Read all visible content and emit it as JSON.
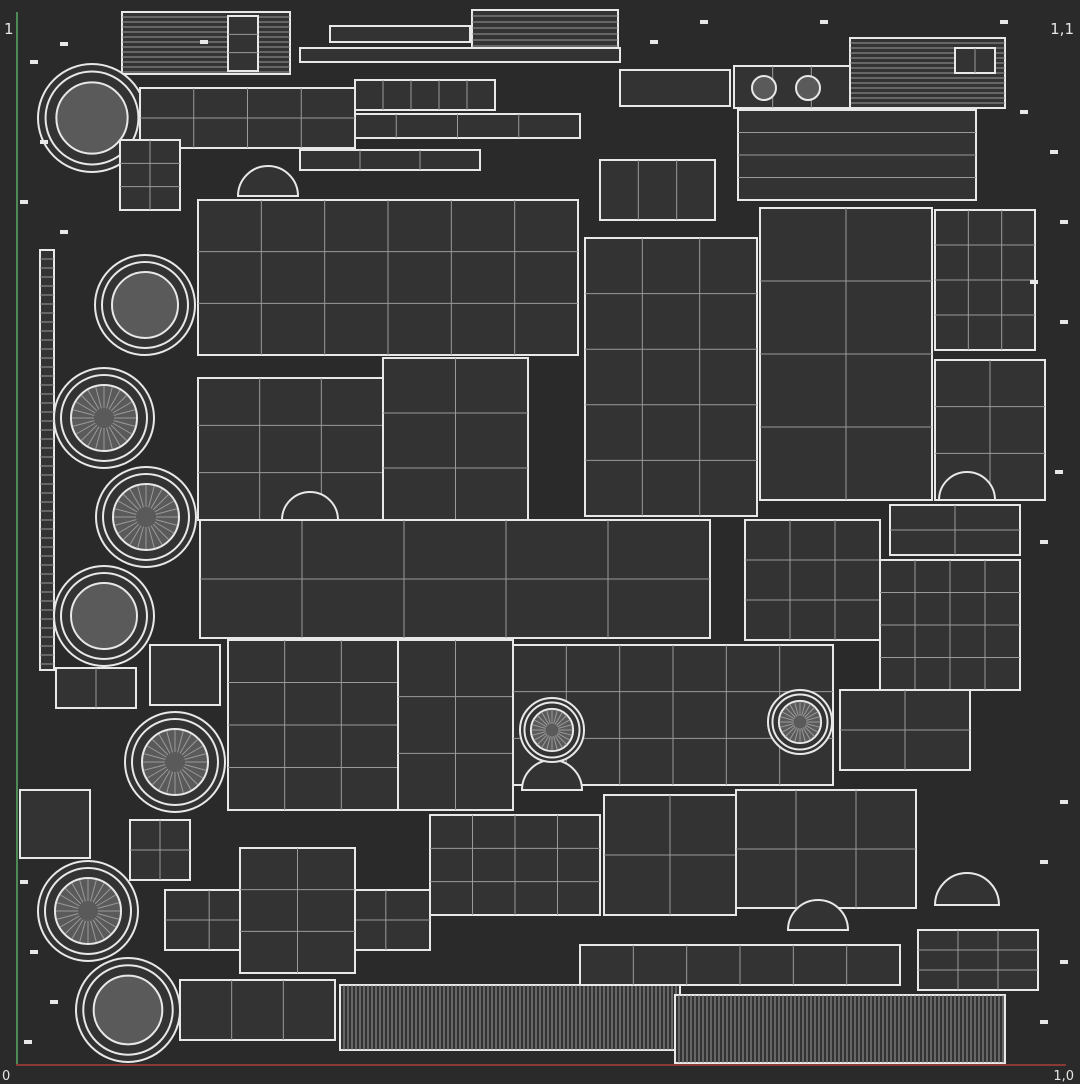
{
  "viewport": {
    "corner_labels": {
      "top_left": "1",
      "top_right": "1,1",
      "bottom_left": "0",
      "bottom_right": "1,0"
    }
  },
  "colors": {
    "background": "#2a2a2a",
    "island_fill": "#333333",
    "wire": "#e8e8e8",
    "wire_dim": "#9a9a9a",
    "v_axis": "#4e8a58",
    "u_axis": "#8a3a32"
  },
  "icons": [
    "uv-island"
  ]
}
